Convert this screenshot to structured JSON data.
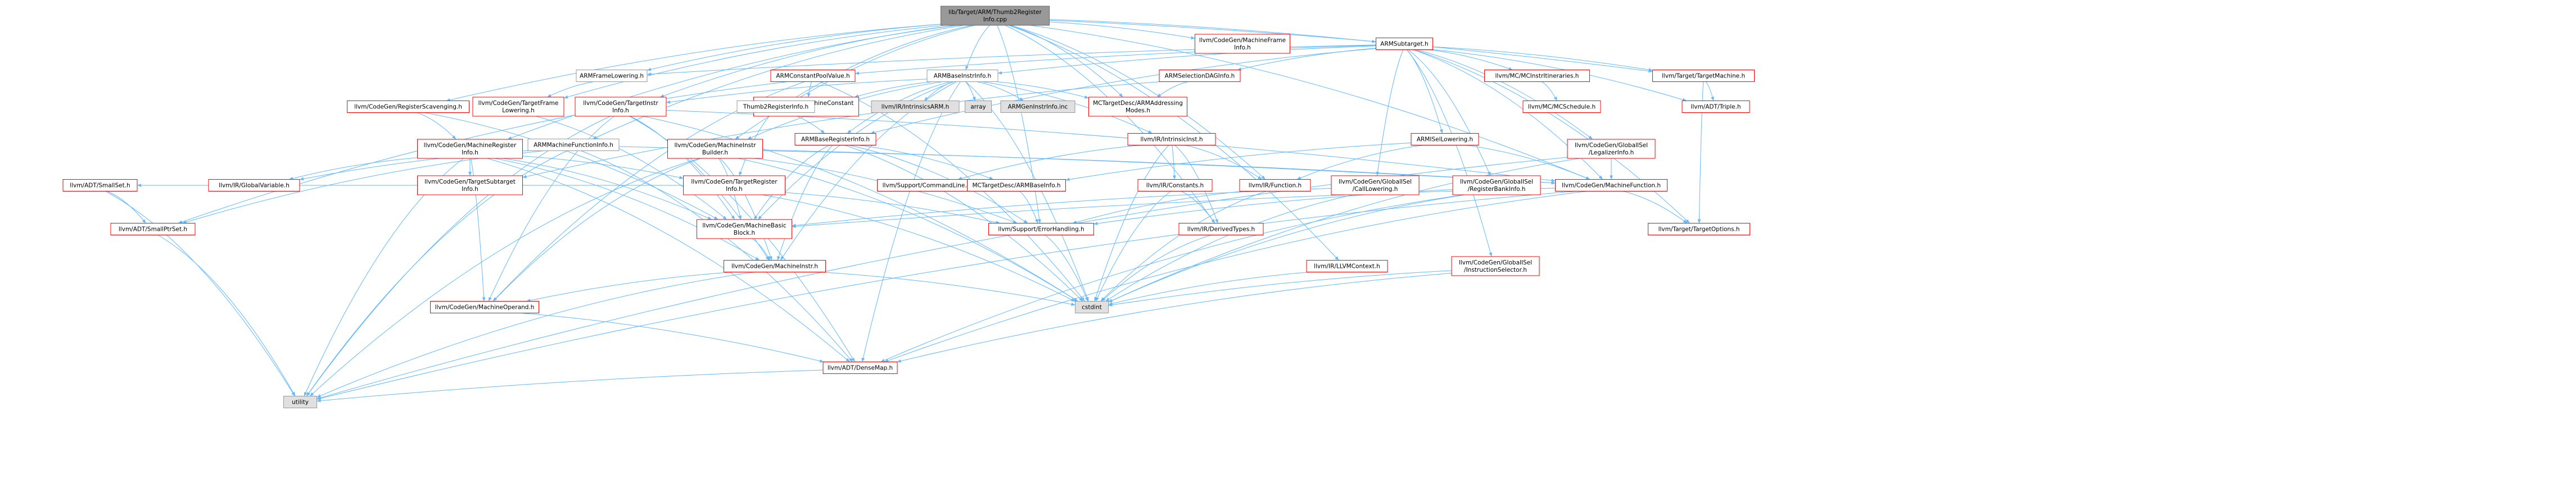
{
  "palette": {
    "root_fill": "#999999",
    "root_stroke": "#666666",
    "red_stroke": "#ff0000",
    "gray_stroke": "#999999",
    "gray_fill": "#e0e0e0",
    "edge_color": "#63b8ff"
  },
  "nodes": [
    {
      "id": "root",
      "lines": [
        "lib/Target/ARM/Thumb2Register",
        "Info.cpp"
      ],
      "kind": "root"
    },
    {
      "id": "mfi",
      "lines": [
        "llvm/CodeGen/MachineFrame",
        "Info.h"
      ],
      "kind": "red"
    },
    {
      "id": "armst",
      "lines": [
        "ARMSubtarget.h"
      ],
      "kind": "red"
    },
    {
      "id": "armfl",
      "lines": [
        "ARMFrameLowering.h"
      ],
      "kind": "gray_plain"
    },
    {
      "id": "armcpv",
      "lines": [
        "ARMConstantPoolValue.h"
      ],
      "kind": "red"
    },
    {
      "id": "armbii",
      "lines": [
        "ARMBaseInstrInfo.h"
      ],
      "kind": "gray_plain"
    },
    {
      "id": "armsdi",
      "lines": [
        "ARMSelectionDAGInfo.h"
      ],
      "kind": "red"
    },
    {
      "id": "mcil",
      "lines": [
        "llvm/MC/MCInstrItineraries.h"
      ],
      "kind": "red"
    },
    {
      "id": "ttm",
      "lines": [
        "llvm/Target/TargetMachine.h"
      ],
      "kind": "red"
    },
    {
      "id": "rs",
      "lines": [
        "llvm/CodeGen/RegisterScavenging.h"
      ],
      "kind": "red"
    },
    {
      "id": "tfl",
      "lines": [
        "llvm/CodeGen/TargetFrame",
        "Lowering.h"
      ],
      "kind": "red"
    },
    {
      "id": "tii",
      "lines": [
        "llvm/CodeGen/TargetInstr",
        "Info.h"
      ],
      "kind": "red"
    },
    {
      "id": "mcp",
      "lines": [
        "llvm/CodeGen/MachineConstant",
        "Pool.h"
      ],
      "kind": "red"
    },
    {
      "id": "iarm",
      "lines": [
        "llvm/IR/IntrinsicsARM.h"
      ],
      "kind": "gray"
    },
    {
      "id": "array",
      "lines": [
        "array"
      ],
      "kind": "gray"
    },
    {
      "id": "armgen",
      "lines": [
        "ARMGenInstrInfo.inc"
      ],
      "kind": "gray"
    },
    {
      "id": "t2ri",
      "lines": [
        "Thumb2RegisterInfo.h"
      ],
      "kind": "gray_plain"
    },
    {
      "id": "mcts",
      "lines": [
        "MCTargetDesc/ARMAddressing",
        "Modes.h"
      ],
      "kind": "red"
    },
    {
      "id": "mcs",
      "lines": [
        "llvm/MC/MCSchedule.h"
      ],
      "kind": "red"
    },
    {
      "id": "triple",
      "lines": [
        "llvm/ADT/Triple.h"
      ],
      "kind": "red"
    },
    {
      "id": "gisli",
      "lines": [
        "llvm/CodeGen/GlobalISel",
        "/LegalizerInfo.h"
      ],
      "kind": "red"
    },
    {
      "id": "armafi",
      "lines": [
        "ARMMachineFunctionInfo.h"
      ],
      "kind": "gray_plain"
    },
    {
      "id": "mri",
      "lines": [
        "llvm/CodeGen/MachineRegister",
        "Info.h"
      ],
      "kind": "red"
    },
    {
      "id": "mib",
      "lines": [
        "llvm/CodeGen/MachineInstr",
        "Builder.h"
      ],
      "kind": "red"
    },
    {
      "id": "armbri",
      "lines": [
        "ARMBaseRegisterInfo.h"
      ],
      "kind": "red"
    },
    {
      "id": "intrinsicinst",
      "lines": [
        "llvm/IR/IntrinsicInst.h"
      ],
      "kind": "red"
    },
    {
      "id": "armisel",
      "lines": [
        "ARMISelLowering.h"
      ],
      "kind": "red"
    },
    {
      "id": "smallset",
      "lines": [
        "llvm/ADT/SmallSet.h"
      ],
      "kind": "red"
    },
    {
      "id": "gv",
      "lines": [
        "llvm/IR/GlobalVariable.h"
      ],
      "kind": "red"
    },
    {
      "id": "tsi",
      "lines": [
        "llvm/CodeGen/TargetSubtarget",
        "Info.h"
      ],
      "kind": "red"
    },
    {
      "id": "tri",
      "lines": [
        "llvm/CodeGen/TargetRegister",
        "Info.h"
      ],
      "kind": "red"
    },
    {
      "id": "cl",
      "lines": [
        "llvm/Support/CommandLine.h"
      ],
      "kind": "red"
    },
    {
      "id": "mcbase",
      "lines": [
        "MCTargetDesc/ARMBaseInfo.h"
      ],
      "kind": "red"
    },
    {
      "id": "constants",
      "lines": [
        "llvm/IR/Constants.h"
      ],
      "kind": "red"
    },
    {
      "id": "function",
      "lines": [
        "llvm/IR/Function.h"
      ],
      "kind": "red"
    },
    {
      "id": "gicl",
      "lines": [
        "llvm/CodeGen/GlobalISel",
        "/CallLowering.h"
      ],
      "kind": "red"
    },
    {
      "id": "girbi",
      "lines": [
        "llvm/CodeGen/GlobalISel",
        "/RegisterBankInfo.h"
      ],
      "kind": "red"
    },
    {
      "id": "mf",
      "lines": [
        "llvm/CodeGen/MachineFunction.h"
      ],
      "kind": "red"
    },
    {
      "id": "smallptrset",
      "lines": [
        "llvm/ADT/SmallPtrSet.h"
      ],
      "kind": "red"
    },
    {
      "id": "mbb",
      "lines": [
        "llvm/CodeGen/MachineBasic",
        "Block.h"
      ],
      "kind": "red"
    },
    {
      "id": "errh",
      "lines": [
        "llvm/Support/ErrorHandling.h"
      ],
      "kind": "red"
    },
    {
      "id": "dt",
      "lines": [
        "llvm/IR/DerivedTypes.h"
      ],
      "kind": "red"
    },
    {
      "id": "tto",
      "lines": [
        "llvm/Target/TargetOptions.h"
      ],
      "kind": "red"
    },
    {
      "id": "mi",
      "lines": [
        "llvm/CodeGen/MachineInstr.h"
      ],
      "kind": "red"
    },
    {
      "id": "llvmctx",
      "lines": [
        "llvm/IR/LLVMContext.h"
      ],
      "kind": "red"
    },
    {
      "id": "giis",
      "lines": [
        "llvm/CodeGen/GlobalISel",
        "/InstructionSelector.h"
      ],
      "kind": "red"
    },
    {
      "id": "cstdint",
      "lines": [
        "cstdint"
      ],
      "kind": "gray"
    },
    {
      "id": "mo",
      "lines": [
        "llvm/CodeGen/MachineOperand.h"
      ],
      "kind": "red"
    },
    {
      "id": "densemap",
      "lines": [
        "llvm/ADT/DenseMap.h"
      ],
      "kind": "red"
    },
    {
      "id": "utility",
      "lines": [
        "utility"
      ],
      "kind": "gray"
    }
  ],
  "edges": [
    [
      "root",
      "mfi"
    ],
    [
      "root",
      "armst"
    ],
    [
      "root",
      "armfl"
    ],
    [
      "root",
      "armbii"
    ],
    [
      "root",
      "rs"
    ],
    [
      "root",
      "tfl"
    ],
    [
      "root",
      "t2ri"
    ],
    [
      "root",
      "armafi"
    ],
    [
      "root",
      "mri"
    ],
    [
      "root",
      "mib"
    ],
    [
      "root",
      "mcts"
    ],
    [
      "root",
      "ttm"
    ],
    [
      "root",
      "mf"
    ],
    [
      "root",
      "function"
    ],
    [
      "root",
      "errh"
    ],
    [
      "root",
      "dt"
    ],
    [
      "root",
      "llvmctx"
    ],
    [
      "root",
      "tii"
    ],
    [
      "armst",
      "armfl"
    ],
    [
      "armst",
      "armcpv"
    ],
    [
      "armst",
      "armbii"
    ],
    [
      "armst",
      "armsdi"
    ],
    [
      "armst",
      "mcil"
    ],
    [
      "armst",
      "ttm"
    ],
    [
      "armst",
      "gisli"
    ],
    [
      "armst",
      "armisel"
    ],
    [
      "armst",
      "gicl"
    ],
    [
      "armst",
      "girbi"
    ],
    [
      "armst",
      "triple"
    ],
    [
      "armst",
      "mf"
    ],
    [
      "armst",
      "tto"
    ],
    [
      "armst",
      "giis"
    ],
    [
      "armst",
      "armbri"
    ],
    [
      "armfl",
      "tfl"
    ],
    [
      "armcpv",
      "mcp"
    ],
    [
      "armcpv",
      "smallptrset"
    ],
    [
      "armcpv",
      "cstdint"
    ],
    [
      "armcpv",
      "mo"
    ],
    [
      "armbii",
      "tii"
    ],
    [
      "armbii",
      "mcp"
    ],
    [
      "armbii",
      "iarm"
    ],
    [
      "armbii",
      "array"
    ],
    [
      "armbii",
      "armgen"
    ],
    [
      "armbii",
      "armbri"
    ],
    [
      "armbii",
      "mib"
    ],
    [
      "armbii",
      "mbb"
    ],
    [
      "armbii",
      "mi"
    ],
    [
      "armbii",
      "intrinsicinst"
    ],
    [
      "armbii",
      "cstdint"
    ],
    [
      "armbii",
      "mcts"
    ],
    [
      "armbii",
      "densemap"
    ],
    [
      "armsdi",
      "mcts"
    ],
    [
      "armsdi",
      "tsi"
    ],
    [
      "mcil",
      "mcs"
    ],
    [
      "ttm",
      "triple"
    ],
    [
      "ttm",
      "tto"
    ],
    [
      "tfl",
      "mbb"
    ],
    [
      "tii",
      "mbb"
    ],
    [
      "tii",
      "mi"
    ],
    [
      "tii",
      "mo"
    ],
    [
      "tii",
      "densemap"
    ],
    [
      "tii",
      "utility"
    ],
    [
      "tii",
      "cstdint"
    ],
    [
      "tii",
      "mf"
    ],
    [
      "t2ri",
      "armbri"
    ],
    [
      "t2ri",
      "tri"
    ],
    [
      "armafi",
      "smallptrset"
    ],
    [
      "armafi",
      "gv"
    ],
    [
      "armafi",
      "mf"
    ],
    [
      "armafi",
      "utility"
    ],
    [
      "armafi",
      "densemap"
    ],
    [
      "rs",
      "mri"
    ],
    [
      "rs",
      "mbb"
    ],
    [
      "mri",
      "tri"
    ],
    [
      "mri",
      "tsi"
    ],
    [
      "mri",
      "mbb"
    ],
    [
      "mri",
      "mi"
    ],
    [
      "mri",
      "mo"
    ],
    [
      "mri",
      "gv"
    ],
    [
      "mri",
      "utility"
    ],
    [
      "mri",
      "densemap"
    ],
    [
      "mib",
      "mbb"
    ],
    [
      "mib",
      "mi"
    ],
    [
      "mib",
      "mo"
    ],
    [
      "mib",
      "mf"
    ],
    [
      "mib",
      "errh"
    ],
    [
      "mib",
      "cstdint"
    ],
    [
      "mib",
      "utility"
    ],
    [
      "armbri",
      "mcbase"
    ],
    [
      "armbri",
      "mbb"
    ],
    [
      "armbri",
      "mi"
    ],
    [
      "armbri",
      "cstdint"
    ],
    [
      "armbri",
      "errh"
    ],
    [
      "intrinsicinst",
      "constants"
    ],
    [
      "intrinsicinst",
      "function"
    ],
    [
      "intrinsicinst",
      "dt"
    ],
    [
      "intrinsicinst",
      "cstdint"
    ],
    [
      "intrinsicinst",
      "cl"
    ],
    [
      "armisel",
      "mf"
    ],
    [
      "armisel",
      "function"
    ],
    [
      "armisel",
      "mcbase"
    ],
    [
      "smallset",
      "smallptrset"
    ],
    [
      "smallset",
      "utility"
    ],
    [
      "tri",
      "errh"
    ],
    [
      "tri",
      "smallset"
    ],
    [
      "tri",
      "cstdint"
    ],
    [
      "mcbase",
      "errh"
    ],
    [
      "constants",
      "dt"
    ],
    [
      "constants",
      "cstdint"
    ],
    [
      "function",
      "cstdint"
    ],
    [
      "function",
      "errh"
    ],
    [
      "gicl",
      "cstdint"
    ],
    [
      "gicl",
      "mbb"
    ],
    [
      "girbi",
      "densemap"
    ],
    [
      "girbi",
      "errh"
    ],
    [
      "girbi",
      "cstdint"
    ],
    [
      "mf",
      "mbb"
    ],
    [
      "mf",
      "densemap"
    ],
    [
      "mf",
      "utility"
    ],
    [
      "mf",
      "tto"
    ],
    [
      "gisli",
      "mf"
    ],
    [
      "gisli",
      "cstdint"
    ],
    [
      "gisli",
      "utility"
    ],
    [
      "smallptrset",
      "utility"
    ],
    [
      "mbb",
      "mi"
    ],
    [
      "dt",
      "cstdint"
    ],
    [
      "mi",
      "mo"
    ],
    [
      "mi",
      "cstdint"
    ],
    [
      "mi",
      "utility"
    ],
    [
      "llvmctx",
      "cstdint"
    ],
    [
      "giis",
      "cstdint"
    ],
    [
      "giis",
      "densemap"
    ],
    [
      "mo",
      "densemap"
    ],
    [
      "densemap",
      "utility"
    ],
    [
      "errh",
      "cstdint"
    ]
  ]
}
